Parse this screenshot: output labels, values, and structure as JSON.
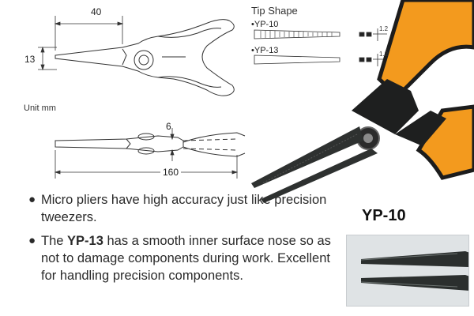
{
  "drawing": {
    "dim_tip_length": "40",
    "dim_width": "13",
    "dim_thickness": "6",
    "dim_overall": "160",
    "unit_label": "Unit mm"
  },
  "tip_shape": {
    "title": "Tip Shape",
    "items": [
      {
        "label": "•YP-10",
        "dim": "1.2"
      },
      {
        "label": "•YP-13",
        "dim": "1.2"
      }
    ]
  },
  "bullets": [
    {
      "pre": "Micro pliers have high accuracy just like precision tweezers.",
      "bold": "",
      "post": ""
    },
    {
      "pre": "The ",
      "bold": "YP-13",
      "post": " has a smooth inner surface nose so as not to damage components during work. Excellent for handling precision components."
    }
  ],
  "model_label": "YP-10",
  "colors": {
    "handle_orange": "#f39a1e",
    "handle_black": "#1c1c1c",
    "jaw_dark": "#2b2f2e",
    "inset_bg": "#dfe3e5"
  }
}
